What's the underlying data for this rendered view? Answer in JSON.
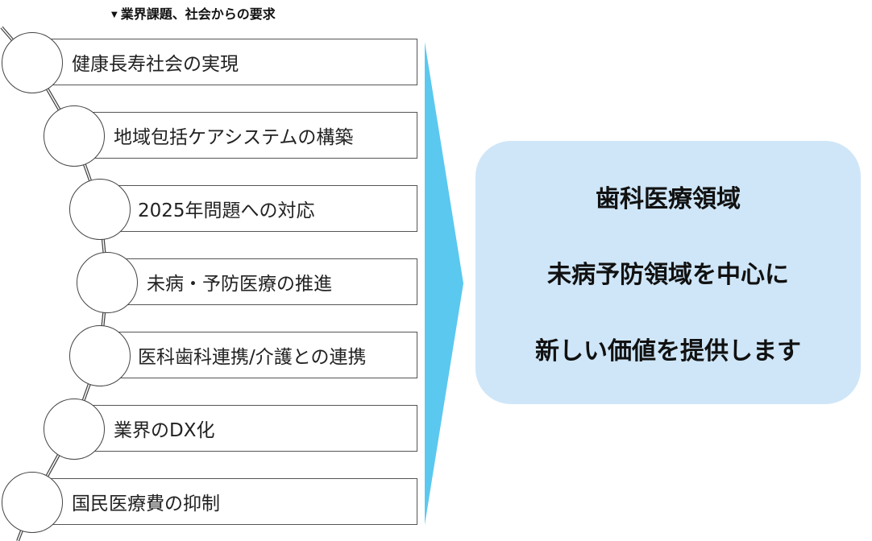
{
  "heading": {
    "marker": "▼",
    "text": "業界課題、社会からの要求"
  },
  "items": [
    {
      "label": "健康長寿社会の実現"
    },
    {
      "label": "地域包括ケアシステムの構築"
    },
    {
      "label": "2025年問題への対応"
    },
    {
      "label": "未病・予防医療の推進"
    },
    {
      "label": "医科歯科連携/介護との連携"
    },
    {
      "label": "業界のDX化"
    },
    {
      "label": "国民医療費の抑制"
    }
  ],
  "result": {
    "lines": [
      "歯科医療領域",
      "未病予防領域を中心に",
      "新しい価値を提供します"
    ]
  },
  "colors": {
    "arrow": "#5bc8f0",
    "result_bg": "#cfe6f8",
    "border": "#555555"
  }
}
